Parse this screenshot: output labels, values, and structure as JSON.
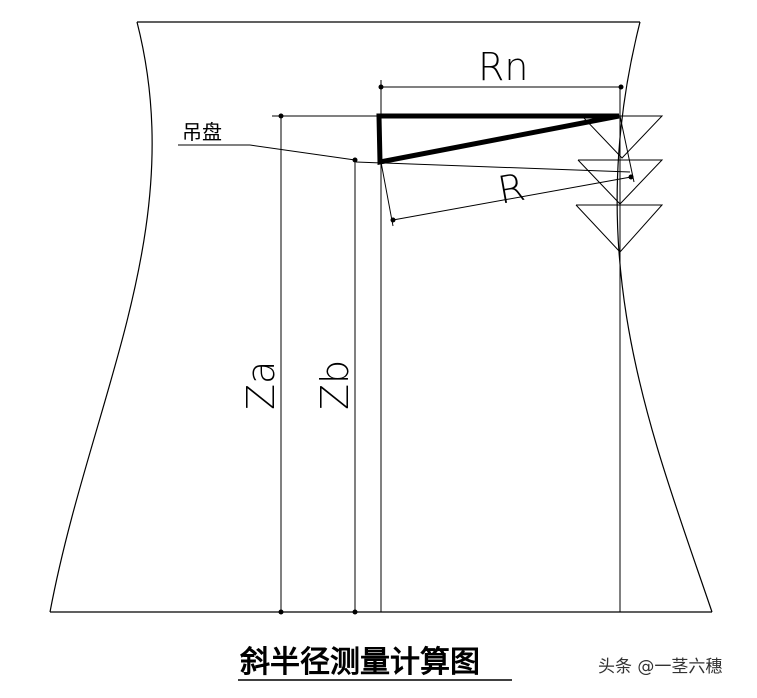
{
  "diagram": {
    "labels": {
      "rn": "Rn",
      "r": "R",
      "za": "Za",
      "zb": "Zb",
      "hanging_disc": "吊盘"
    },
    "caption": "斜半径测量计算图",
    "watermark": "头条 @一茎六穗"
  }
}
